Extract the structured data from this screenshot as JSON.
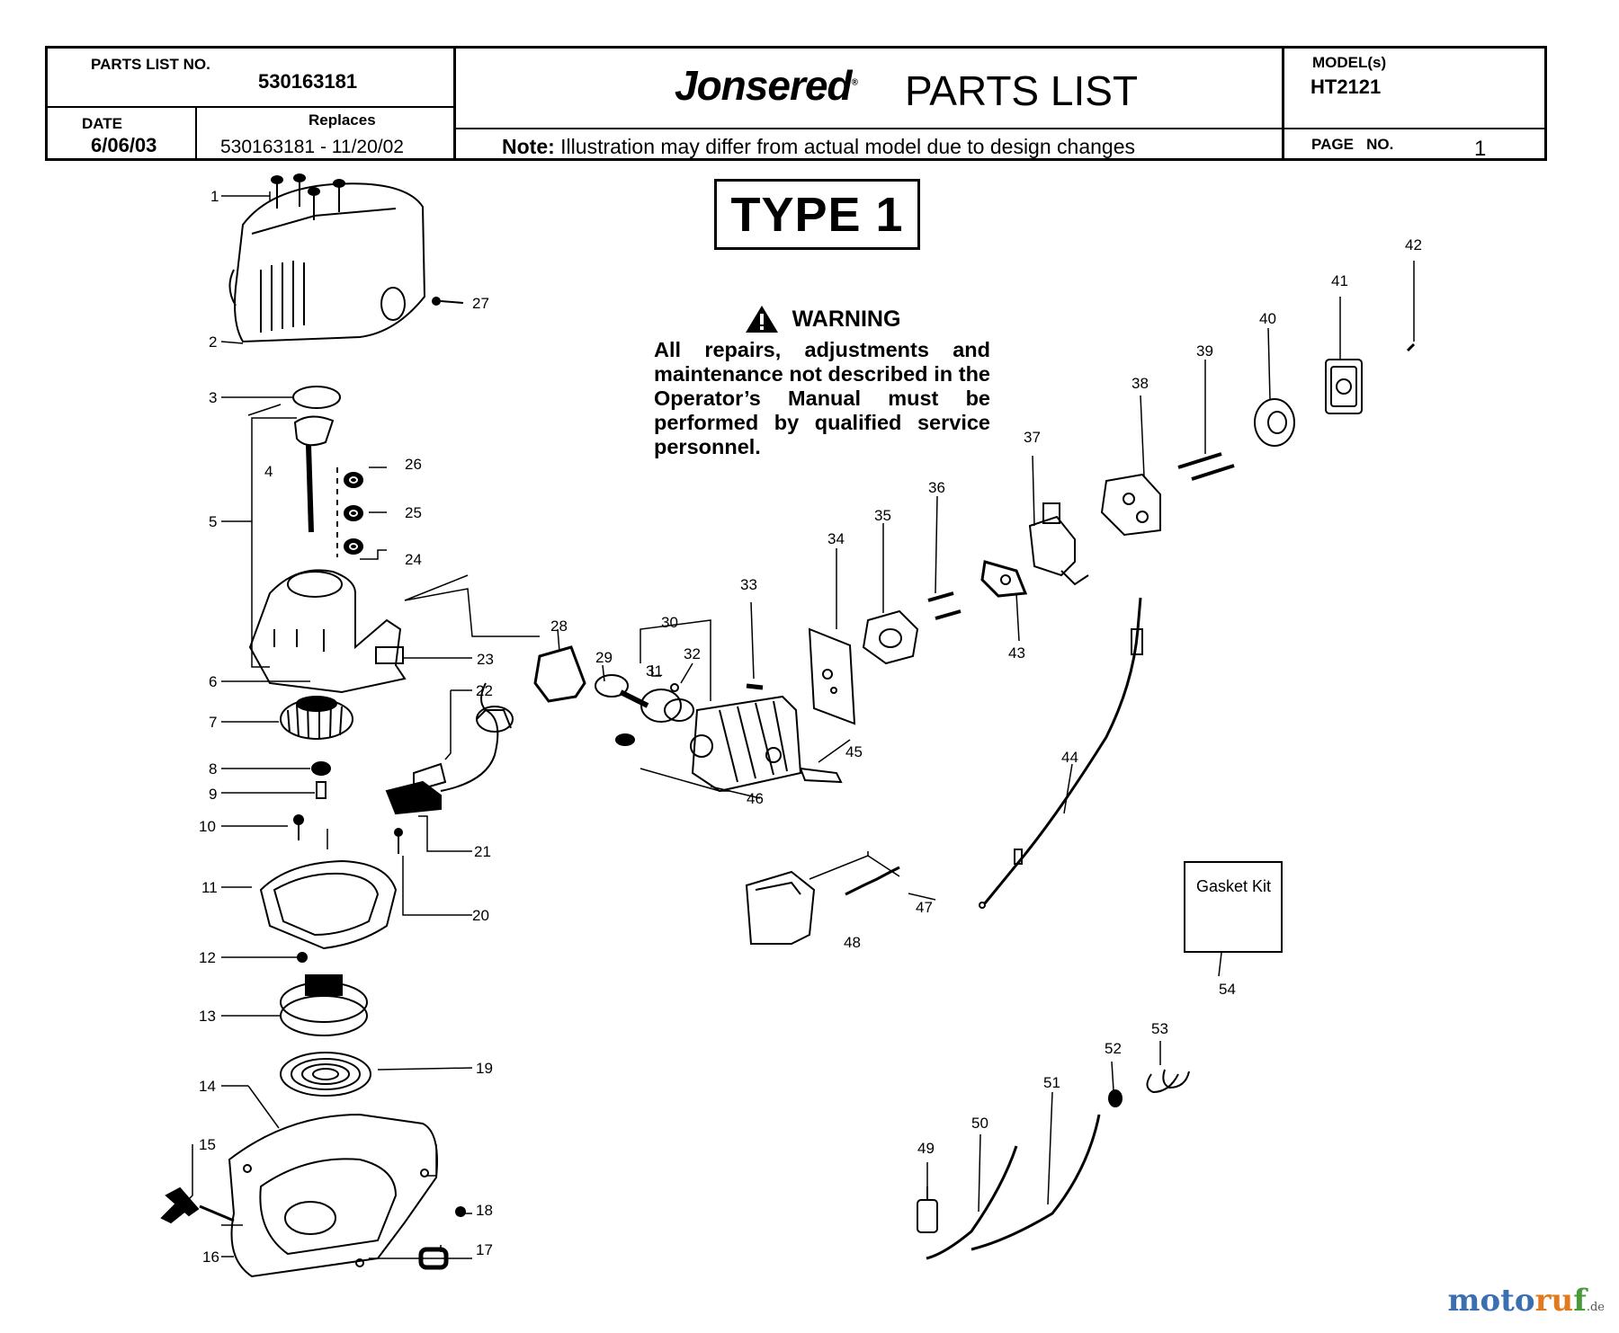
{
  "header": {
    "parts_list_no_label": "PARTS LIST NO.",
    "parts_list_no": "530163181",
    "date_label": "DATE",
    "date": "6/06/03",
    "replaces_label": "Replaces",
    "replaces": "530163181 - 11/20/02",
    "brand": "Jonsered",
    "title": "PARTS LIST",
    "models_label": "MODEL(s)",
    "model": "HT2121",
    "note_prefix": "Note:",
    "note": "Illustration may differ from actual model due to design changes",
    "page_label": "PAGE   NO.",
    "page_no": "1"
  },
  "type_label": "TYPE 1",
  "warning": {
    "title": "WARNING",
    "text": "All repairs, adjustments and maintenance not described in the Operator’s Manual must be performed by qualified service personnel."
  },
  "gasket_kit": {
    "label": "Gasket Kit",
    "number": "54"
  },
  "part_numbers": [
    "1",
    "2",
    "3",
    "4",
    "5",
    "6",
    "7",
    "8",
    "9",
    "10",
    "11",
    "12",
    "13",
    "14",
    "15",
    "16",
    "17",
    "18",
    "19",
    "20",
    "21",
    "22",
    "23",
    "24",
    "25",
    "26",
    "27",
    "28",
    "29",
    "30",
    "31",
    "32",
    "33",
    "34",
    "35",
    "36",
    "37",
    "38",
    "39",
    "40",
    "41",
    "42",
    "43",
    "44",
    "45",
    "46",
    "47",
    "48",
    "49",
    "50",
    "51",
    "52",
    "53",
    "54"
  ],
  "watermark": {
    "a": "moto",
    "b": "ru",
    "c": "f",
    "suffix": ".de"
  }
}
